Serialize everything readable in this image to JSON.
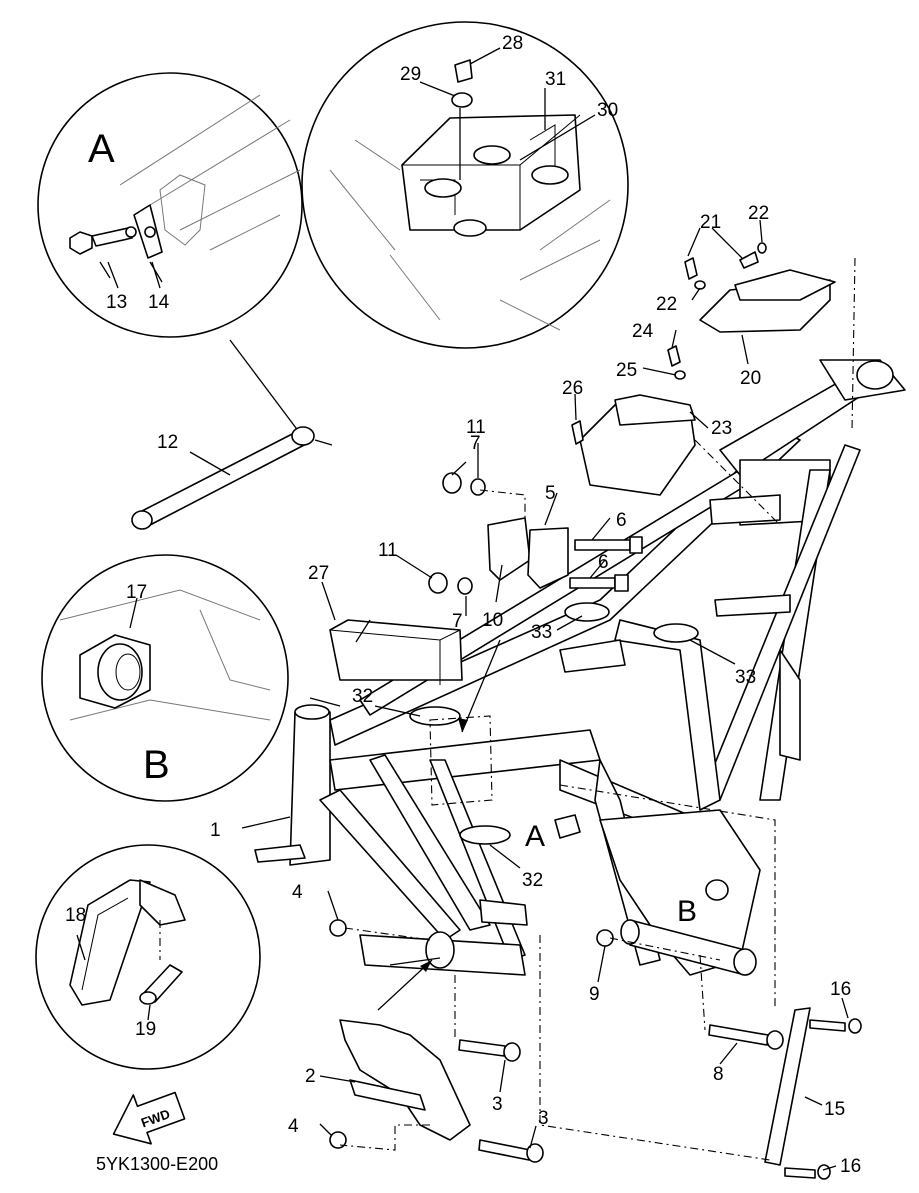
{
  "diagram": {
    "drawing_code": "5YK1300-E200",
    "fwd_label": "FWD",
    "detail_letters": {
      "a_inset": "A",
      "b_inset": "B",
      "a_frame": "A",
      "b_frame": "B"
    },
    "callouts": [
      {
        "id": "c1",
        "text": "1"
      },
      {
        "id": "c2",
        "text": "2"
      },
      {
        "id": "c3a",
        "text": "3"
      },
      {
        "id": "c3b",
        "text": "3"
      },
      {
        "id": "c4a",
        "text": "4"
      },
      {
        "id": "c4b",
        "text": "4"
      },
      {
        "id": "c5",
        "text": "5"
      },
      {
        "id": "c6a",
        "text": "6"
      },
      {
        "id": "c6b",
        "text": "6"
      },
      {
        "id": "c7a",
        "text": "7"
      },
      {
        "id": "c7b",
        "text": "7"
      },
      {
        "id": "c8",
        "text": "8"
      },
      {
        "id": "c9",
        "text": "9"
      },
      {
        "id": "c10",
        "text": "10"
      },
      {
        "id": "c11a",
        "text": "11"
      },
      {
        "id": "c11b",
        "text": "11"
      },
      {
        "id": "c12",
        "text": "12"
      },
      {
        "id": "c13",
        "text": "13"
      },
      {
        "id": "c14",
        "text": "14"
      },
      {
        "id": "c15",
        "text": "15"
      },
      {
        "id": "c16a",
        "text": "16"
      },
      {
        "id": "c16b",
        "text": "16"
      },
      {
        "id": "c17",
        "text": "17"
      },
      {
        "id": "c18",
        "text": "18"
      },
      {
        "id": "c19",
        "text": "19"
      },
      {
        "id": "c20",
        "text": "20"
      },
      {
        "id": "c21",
        "text": "21"
      },
      {
        "id": "c22a",
        "text": "22"
      },
      {
        "id": "c22b",
        "text": "22"
      },
      {
        "id": "c23",
        "text": "23"
      },
      {
        "id": "c24",
        "text": "24"
      },
      {
        "id": "c25",
        "text": "25"
      },
      {
        "id": "c26",
        "text": "26"
      },
      {
        "id": "c27",
        "text": "27"
      },
      {
        "id": "c28",
        "text": "28"
      },
      {
        "id": "c29",
        "text": "29"
      },
      {
        "id": "c30",
        "text": "30"
      },
      {
        "id": "c31",
        "text": "31"
      },
      {
        "id": "c32a",
        "text": "32"
      },
      {
        "id": "c32b",
        "text": "32"
      },
      {
        "id": "c33a",
        "text": "33"
      },
      {
        "id": "c33b",
        "text": "33"
      }
    ]
  }
}
